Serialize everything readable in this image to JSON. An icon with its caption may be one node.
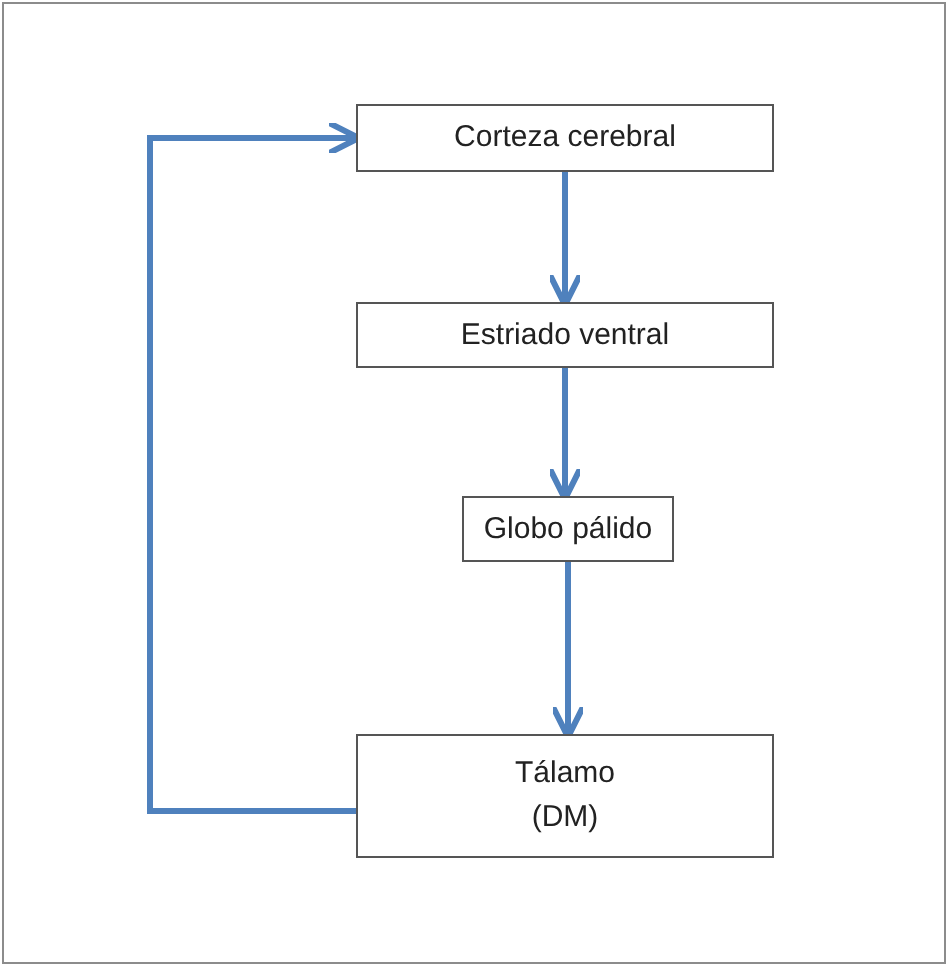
{
  "diagram": {
    "nodes": [
      {
        "text": [
          "Corteza cerebral"
        ]
      },
      {
        "text": [
          "Estriado ventral"
        ]
      },
      {
        "text": [
          "Globo pálido"
        ]
      },
      {
        "text": [
          "Tálamo (DM)"
        ]
      }
    ],
    "edges": [
      {
        "from": 0,
        "to": 1,
        "arrow": "to"
      },
      {
        "from": 1,
        "to": 2,
        "arrow": "to"
      },
      {
        "from": 2,
        "to": 3,
        "arrow": "to"
      },
      {
        "from": 3,
        "to": 0,
        "arrow": "to"
      }
    ]
  }
}
